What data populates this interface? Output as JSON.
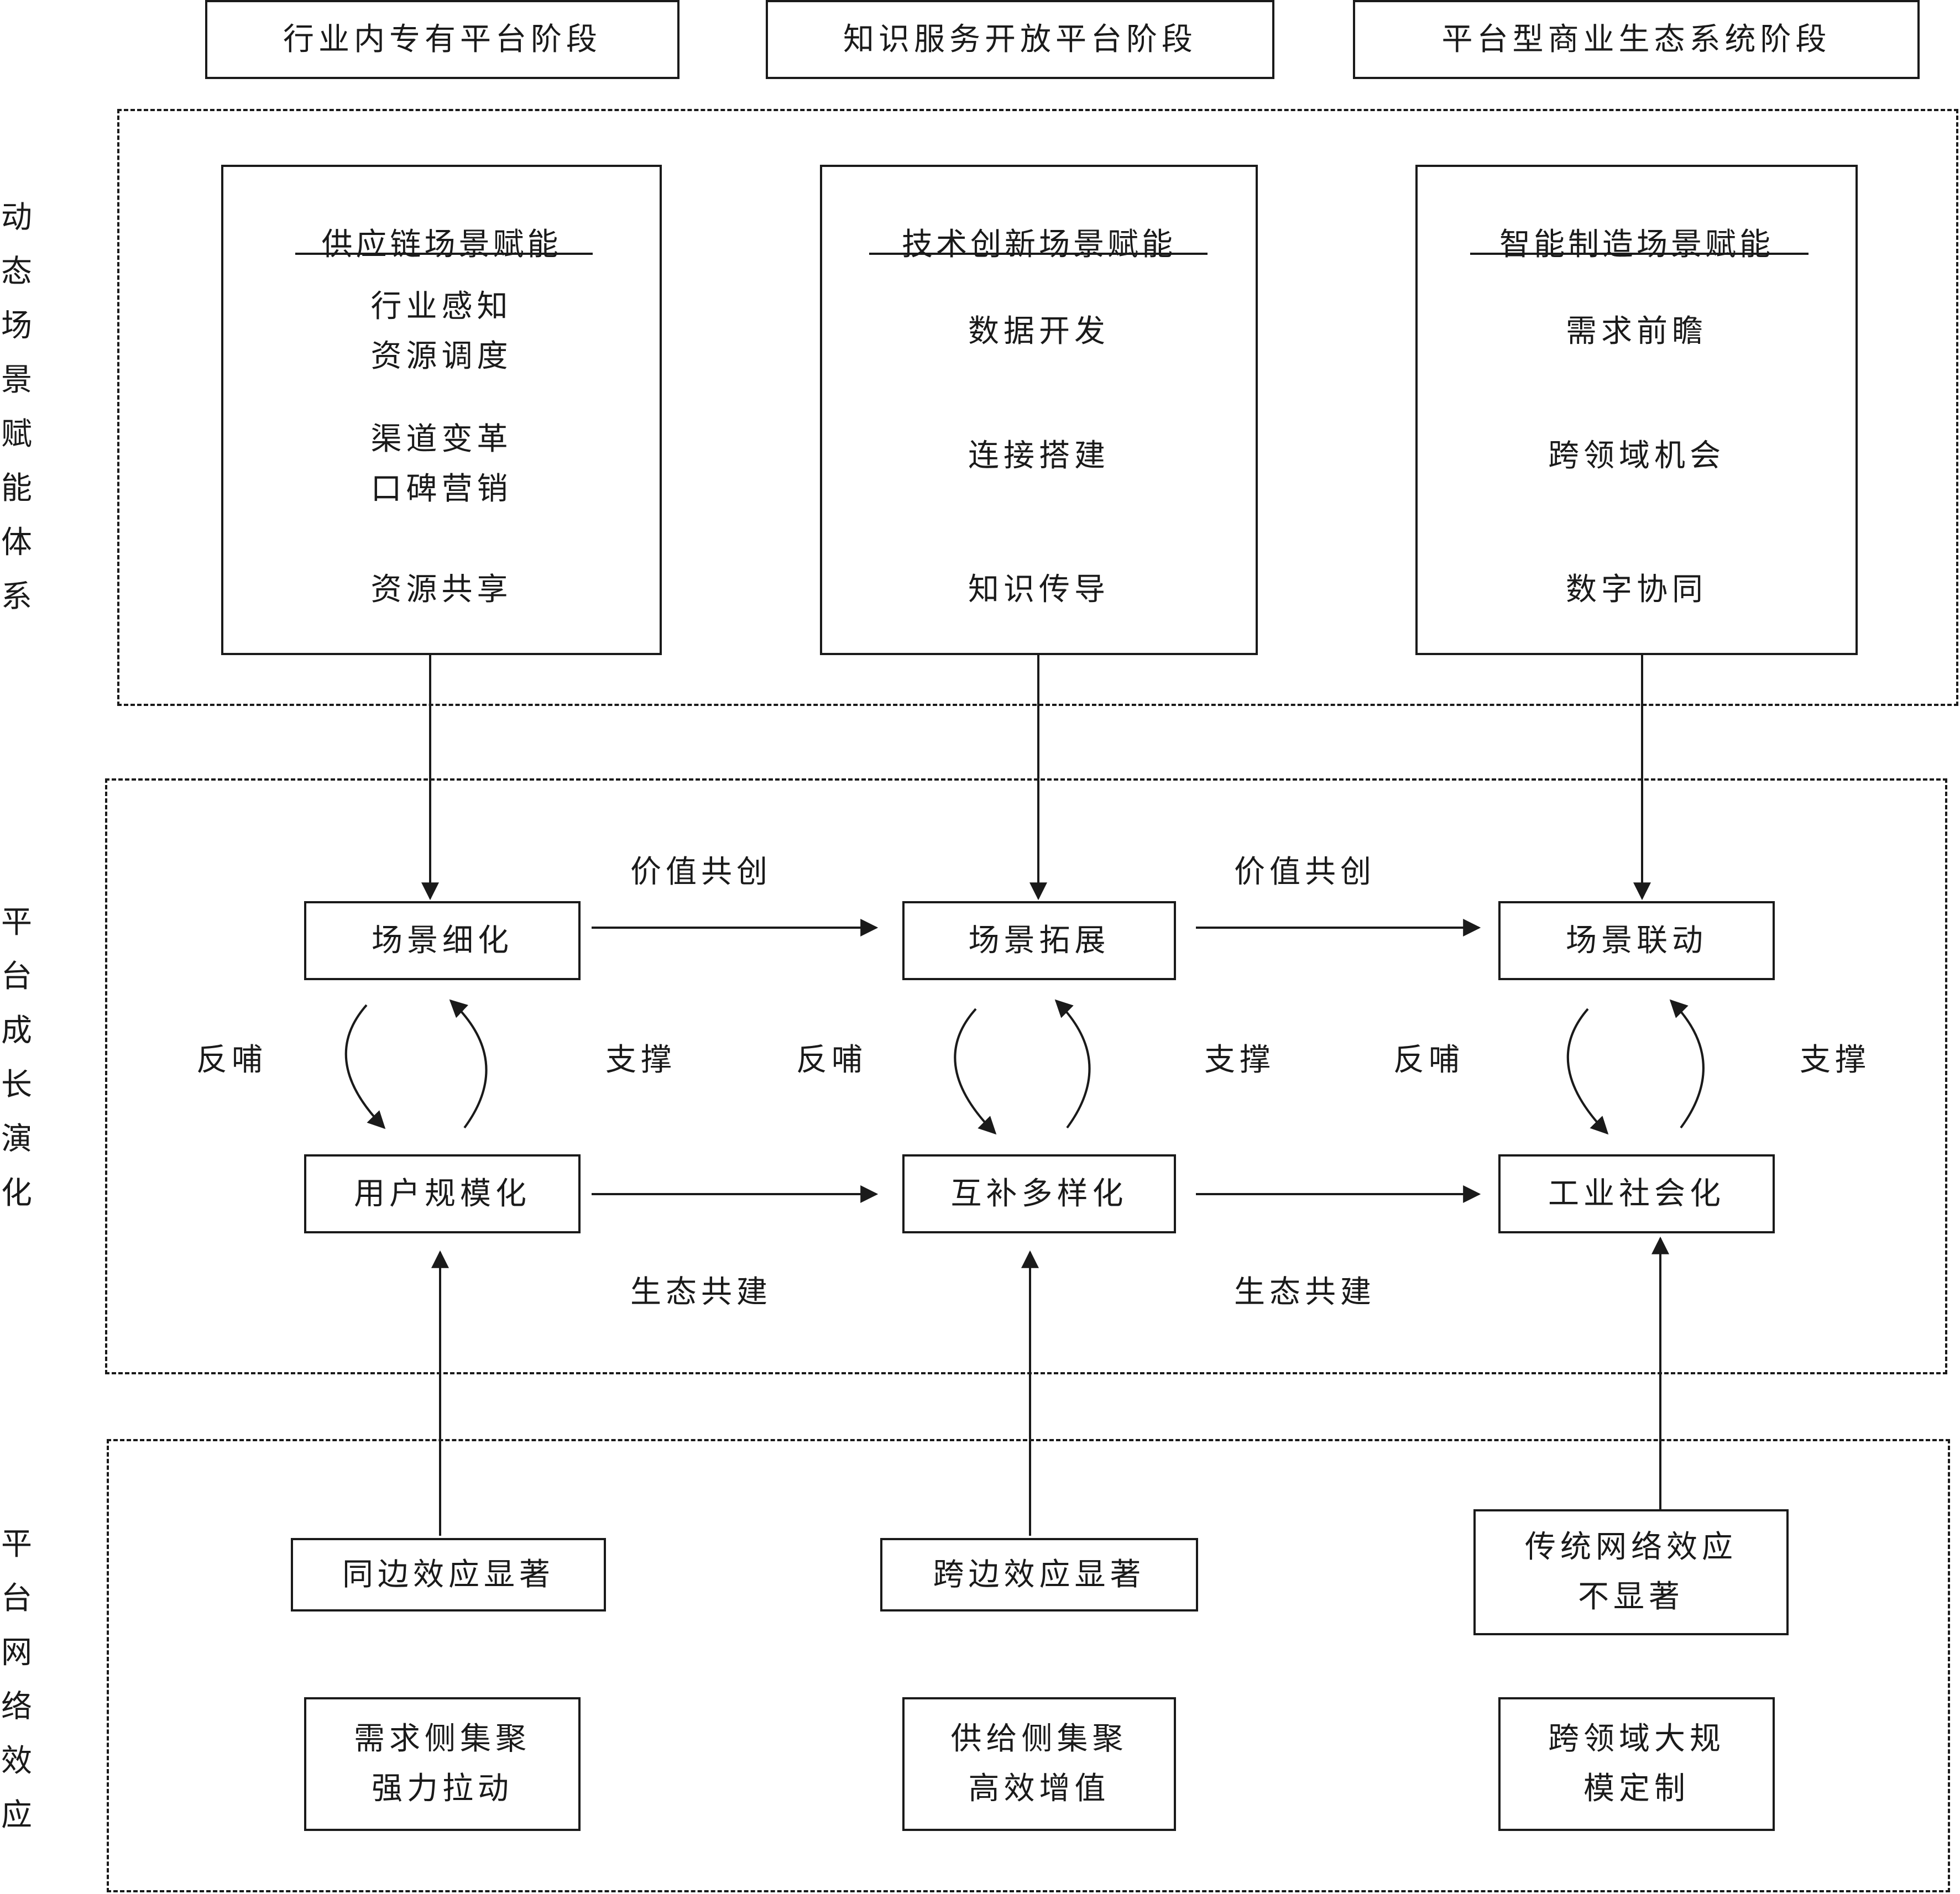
{
  "stages": [
    "行业内专有平台阶段",
    "知识服务开放平台阶段",
    "平台型商业生态系统阶段"
  ],
  "side_labels": {
    "dynamic_scene": "动\n态\n场\n景\n赋\n能\n体\n系",
    "growth": "平\n台\n成\n长\n演\n化",
    "network": "平\n台\n网\n络\n效\n应"
  },
  "enablement": [
    {
      "title": "供应链场景赋能",
      "items": [
        "行业感知",
        "资源调度",
        "渠道变革",
        "口碑营销",
        "资源共享"
      ]
    },
    {
      "title": "技术创新场景赋能",
      "items": [
        "数据开发",
        "连接搭建",
        "知识传导"
      ]
    },
    {
      "title": "智能制造场景赋能",
      "items": [
        "需求前瞻",
        "跨领域机会",
        "数字协同"
      ]
    }
  ],
  "growth": {
    "scene_nodes": [
      "场景细化",
      "场景拓展",
      "场景联动"
    ],
    "user_nodes": [
      "用户规模化",
      "互补多样化",
      "工业社会化"
    ],
    "value_label": "价值共创",
    "eco_label": "生态共建",
    "feedback_label": "反哺",
    "support_label": "支撑"
  },
  "network": {
    "effects": [
      {
        "lines": [
          "同边效应显著"
        ]
      },
      {
        "lines": [
          "跨边效应显著"
        ]
      },
      {
        "lines": [
          "传统网络效应",
          "不显著"
        ]
      }
    ],
    "outcomes": [
      {
        "lines": [
          "需求侧集聚",
          "强力拉动"
        ]
      },
      {
        "lines": [
          "供给侧集聚",
          "高效增值"
        ]
      },
      {
        "lines": [
          "跨领域大规",
          "模定制"
        ]
      }
    ]
  },
  "colors": {
    "line": "#1a1a1a",
    "background": "#ffffff"
  }
}
